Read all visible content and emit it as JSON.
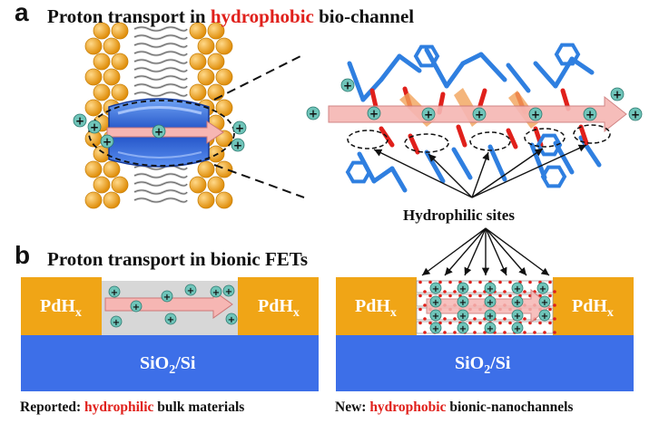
{
  "panel_a": {
    "letter": "a",
    "title_prefix": "Proton transport in ",
    "title_highlight": "hydrophobic",
    "title_suffix": " bio-channel",
    "hydrophilic_sites_label": "Hydrophilic sites"
  },
  "panel_b": {
    "letter": "b",
    "title": "Proton transport in bionic FETs",
    "electrode_symbol": "PdH",
    "electrode_subscript": "x",
    "substrate_prefix": "SiO",
    "substrate_subscript": "2",
    "substrate_suffix": "/Si",
    "caption_left_prefix": "Reported: ",
    "caption_left_highlight": "hydrophilic",
    "caption_left_suffix": " bulk materials",
    "caption_right_prefix": "New: ",
    "caption_right_highlight": "hydrophobic",
    "caption_right_suffix": " bionic-nanochannels"
  },
  "symbols": {
    "proton": "+"
  },
  "colors": {
    "highlight": "#e0201b",
    "electrode": "#f0a516",
    "substrate": "#3d6fe8",
    "proton": "#6fc4b9",
    "arrow": "#f6b6b3",
    "lipid": "#f0a81e",
    "channel": "#2b62d6",
    "bulk_material": "#d7d7d7",
    "residue_blue": "#2f7fe0",
    "residue_red": "#e0201b"
  }
}
